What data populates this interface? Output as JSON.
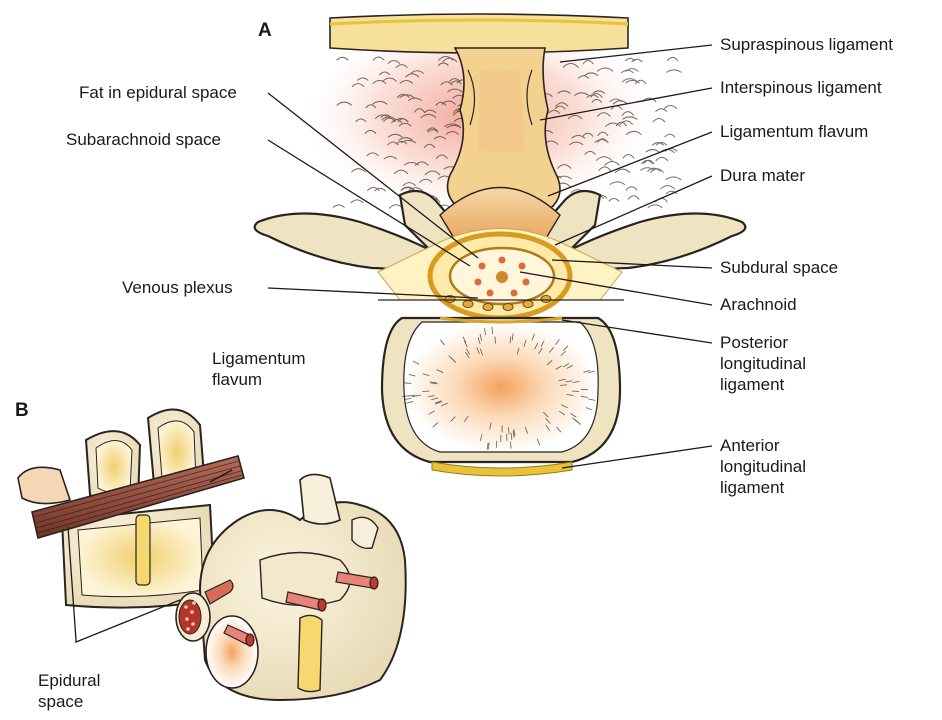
{
  "figure": {
    "panel_a_letter": "A",
    "panel_b_letter": "B"
  },
  "labels": {
    "supraspinous": "Supraspinous ligament",
    "interspinous": "Interspinous ligament",
    "flavum_a": "Ligamentum flavum",
    "dura": "Dura mater",
    "fat_epidural": "Fat in epidural space",
    "subarachnoid": "Subarachnoid space",
    "subdural": "Subdural space",
    "venous_plexus": "Venous plexus",
    "arachnoid": "Arachnoid",
    "posterior_ll": [
      "Posterior",
      "longitudinal",
      "ligament"
    ],
    "anterior_ll": [
      "Anterior",
      "longitudinal",
      "ligament"
    ],
    "flavum_b": [
      "Ligamentum",
      "flavum"
    ],
    "epidural_space": [
      "Epidural",
      "space"
    ]
  },
  "colors": {
    "bone": "#efe3c2",
    "bone_outline": "#2a2320",
    "ligament_yellow": "#f3dd86",
    "ligament_gold": "#e8c23a",
    "dura_orange": "#e0a22a",
    "muscle_pink": "#f4b3a6",
    "flavum_brown": "#8a4a3a",
    "vessel_red": "#c0392b",
    "marrow": "#f3d27a"
  }
}
